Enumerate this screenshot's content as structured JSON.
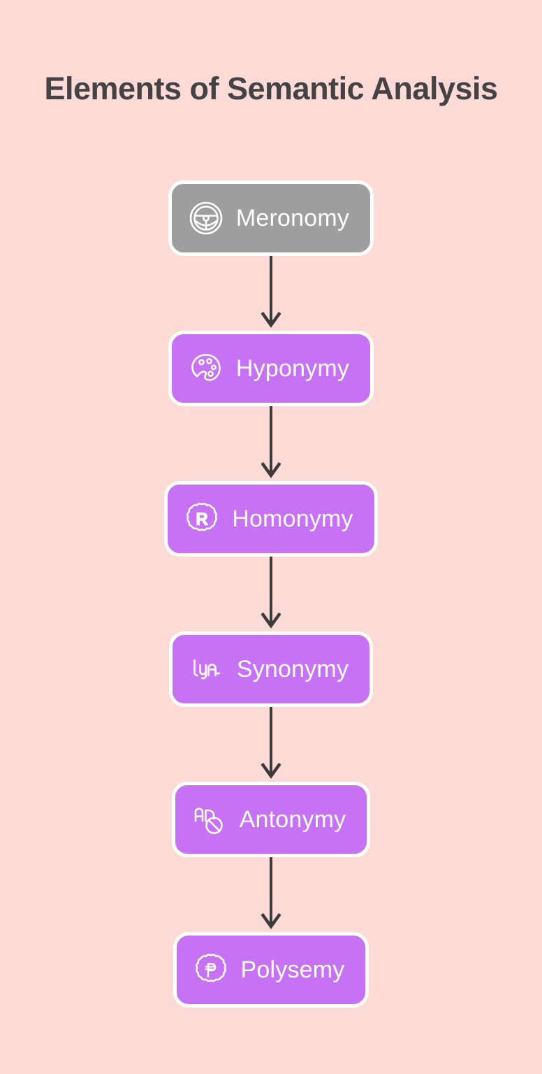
{
  "page": {
    "background_color": "#fcdad6",
    "title": "Elements of Semantic Analysis",
    "title_color": "#444244"
  },
  "flow": {
    "arrow_color": "#3d3a3c",
    "node_border_color": "#ffffff",
    "node_text_color": "#ffffff",
    "nodes": [
      {
        "label": "Meronomy",
        "icon": "steering-wheel-icon",
        "fill_color": "#9e9e9e"
      },
      {
        "label": "Hyponymy",
        "icon": "paint-palette-icon",
        "fill_color": "#c772f5"
      },
      {
        "label": "Homonymy",
        "icon": "scalloped-badge-r-icon",
        "fill_color": "#c772f5",
        "icon_text": "R"
      },
      {
        "label": "Synonymy",
        "icon": "lyft-wordmark-icon",
        "fill_color": "#c772f5",
        "icon_text": "lyft"
      },
      {
        "label": "Antonymy",
        "icon": "ad-block-icon",
        "fill_color": "#c772f5",
        "icon_text": "AD"
      },
      {
        "label": "Polysemy",
        "icon": "scalloped-badge-peso-icon",
        "fill_color": "#c772f5",
        "icon_text": "₱"
      }
    ]
  }
}
